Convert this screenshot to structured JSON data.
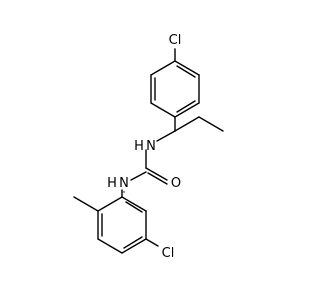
{
  "molecule": {
    "atoms": {
      "cl_top": "Cl",
      "n_upper": "N",
      "h_upper": "H",
      "n_lower": "N",
      "h_lower": "H",
      "o_carbonyl": "O",
      "cl_bottom": "Cl"
    },
    "colors": {
      "bond": "#000000",
      "text": "#000000",
      "background": "#ffffff"
    }
  }
}
